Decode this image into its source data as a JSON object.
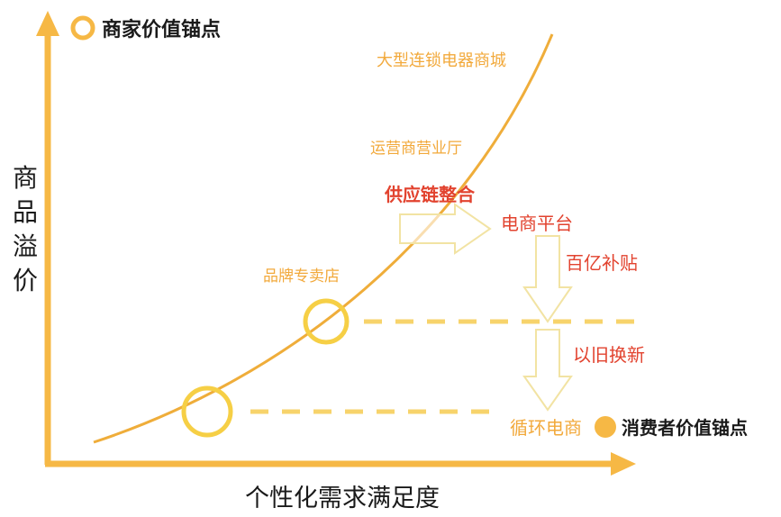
{
  "colors": {
    "axis": "#f6b845",
    "curve": "#efad3a",
    "orange_text": "#f2a93b",
    "red_text": "#e2432f",
    "arrow_outline": "#f2e3a3",
    "dashed": "#f7d36b",
    "ring": "#f6cf45",
    "text_dark": "#1a1a1a"
  },
  "legend": {
    "merchant_anchor": "商家价值锚点",
    "consumer_anchor": "消费者价值锚点",
    "merchant_marker_icon": "hollow-circle-icon",
    "consumer_marker_icon": "filled-circle-icon"
  },
  "axes": {
    "y_label_chars": [
      "商",
      "品",
      "溢",
      "价"
    ],
    "x_label": "个性化需求满足度"
  },
  "curve_labels": {
    "chain_store": "大型连锁电器商城",
    "operator_hall": "运营商营业厅",
    "brand_store": "品牌专卖店",
    "circular_commerce": "循环电商"
  },
  "flow_labels": {
    "supply_chain": "供应链整合",
    "ecommerce_platform": "电商平台",
    "subsidy": "百亿补贴",
    "trade_in": "以旧换新"
  }
}
